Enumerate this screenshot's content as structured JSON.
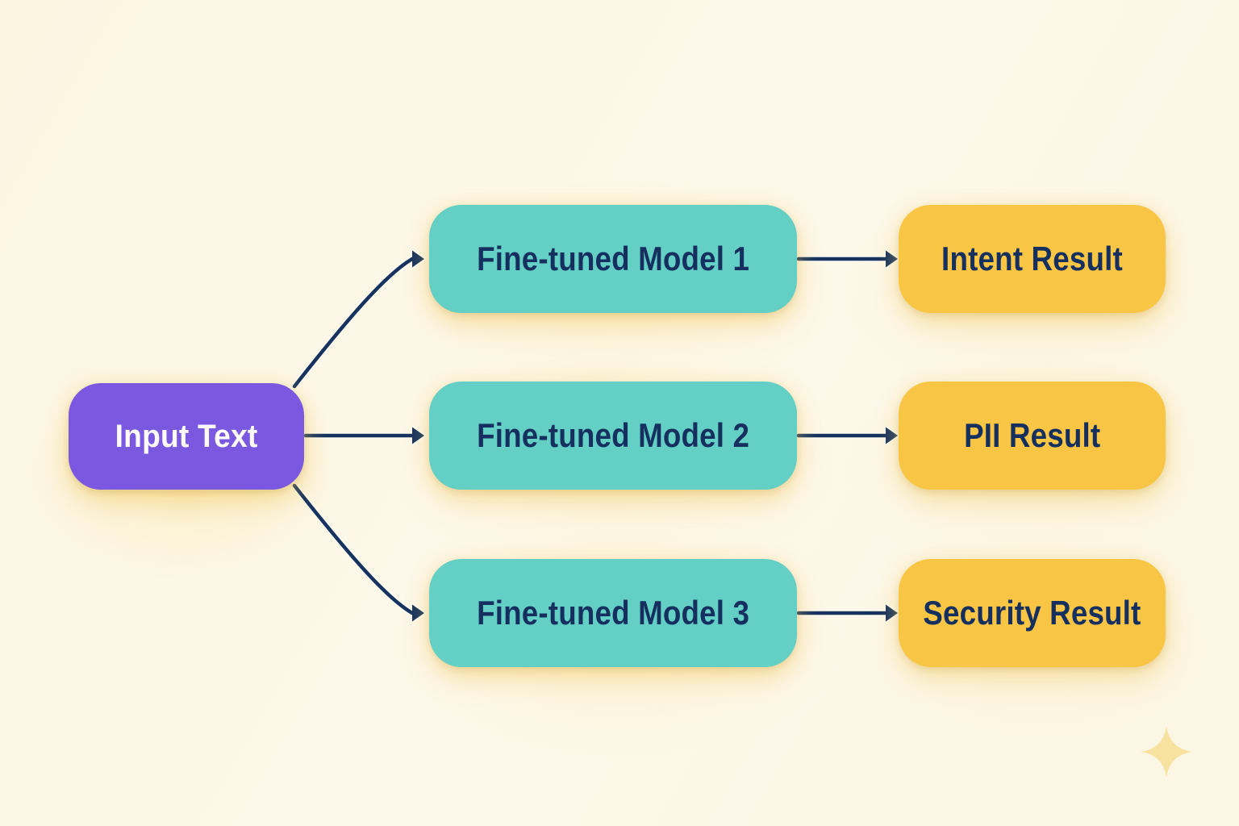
{
  "diagram": {
    "input_node": {
      "label": "Input Text"
    },
    "model_nodes": [
      {
        "label": "Fine-tuned Model 1"
      },
      {
        "label": "Fine-tuned Model 2"
      },
      {
        "label": "Fine-tuned Model 3"
      }
    ],
    "result_nodes": [
      {
        "label": "Intent Result"
      },
      {
        "label": "PII Result"
      },
      {
        "label": "Security Result"
      }
    ],
    "colors": {
      "background": "#fcf5e1",
      "input_node_fill": "#7a59e0",
      "input_node_text": "#ffffff",
      "model_node_fill": "#63cfc5",
      "result_node_fill": "#f9c545",
      "dark_text": "#15305f",
      "arrow": "#16335f",
      "glow": "#f5ce6e",
      "sparkle": "#f8e4a2"
    },
    "icons": [
      {
        "name": "sparkle-icon"
      }
    ]
  }
}
